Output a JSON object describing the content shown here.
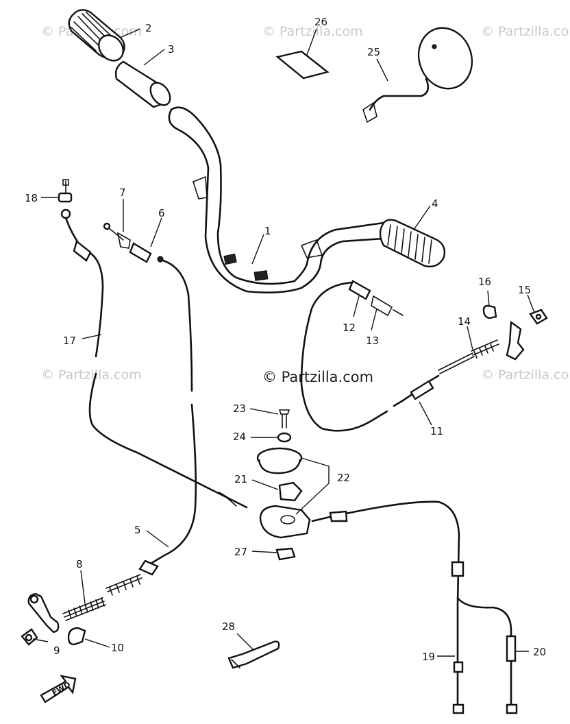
{
  "diagram": {
    "watermark": "© Partzilla.com",
    "direction_label": "FWD",
    "callouts": {
      "c1": "1",
      "c2": "2",
      "c3": "3",
      "c4": "4",
      "c5": "5",
      "c6": "6",
      "c7": "7",
      "c8": "8",
      "c9": "9",
      "c10": "10",
      "c11": "11",
      "c12": "12",
      "c13": "13",
      "c14": "14",
      "c15": "15",
      "c16": "16",
      "c17": "17",
      "c18": "18",
      "c19": "19",
      "c20": "20",
      "c21": "21",
      "c22": "22",
      "c23": "23",
      "c24": "24",
      "c25": "25",
      "c26": "26",
      "c27": "27",
      "c28": "28"
    }
  }
}
